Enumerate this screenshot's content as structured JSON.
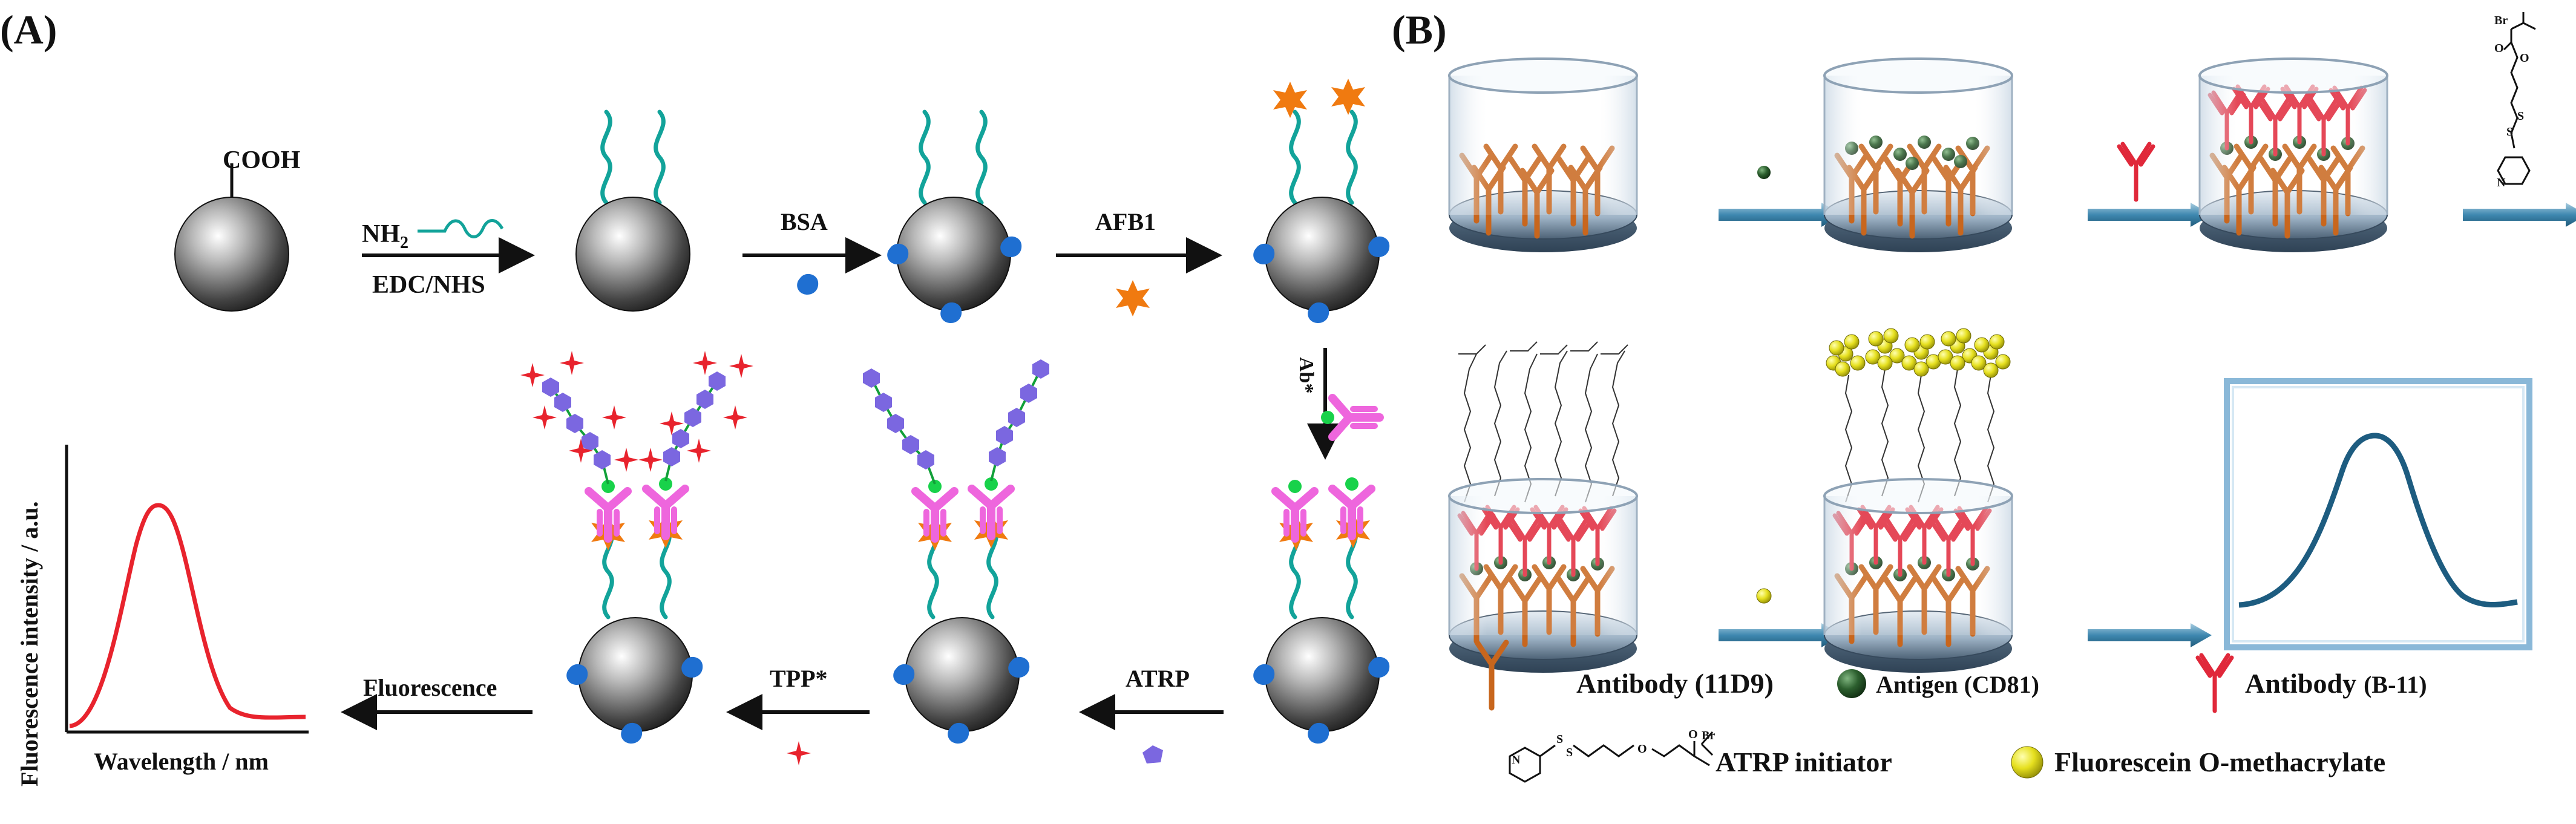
{
  "panel_a": {
    "label": "(A)",
    "cooh": "COOH",
    "nh2": "NH",
    "nh2_sub": "2",
    "edc": "EDC/NHS",
    "bsa": "BSA",
    "afb1": "AFB1",
    "ab": "Ab*",
    "atrp": "ATRP",
    "tpp": "TPP*",
    "fluorescence": "Fluorescence",
    "ylabel": "Fluorescence intensity / a.u.",
    "xlabel": "Wavelength / nm"
  },
  "panel_b": {
    "label": "(B)",
    "legend": {
      "ab1": "Antibody (11D9)",
      "antigen": "Antigen (CD81)",
      "ab2": "Antibody",
      "ab2_suffix": "(B-11)",
      "initiator": "ATRP initiator",
      "monomer": "Fluorescein O-methacrylate"
    },
    "chem": {
      "br": "Br",
      "o": "O",
      "s": "S",
      "n": "N"
    }
  },
  "colors": {
    "dna": "#12a39a",
    "bsa": "#1f6fd1",
    "afb1": "#f07a10",
    "antibody_pink": "#ee66dd",
    "polymer": "#7b67e0",
    "star": "#e8232d",
    "curve_a": "#e8232d",
    "curve_b": "#1d5c80",
    "ab1_orange": "#c8661d",
    "ab2_red": "#e0283a",
    "antigen": "#1f4b22",
    "fluorescein": "#e6e01f",
    "arrow_blue": "#3f88b0"
  }
}
